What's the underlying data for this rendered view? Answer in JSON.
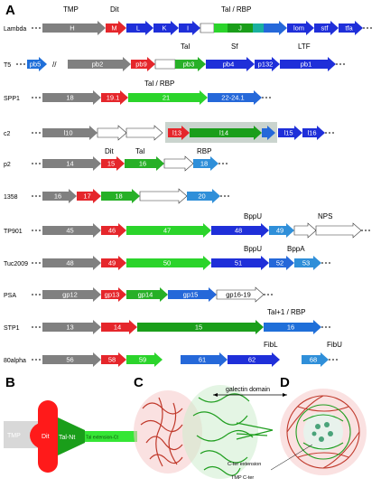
{
  "panels": {
    "A": {
      "letter": "A",
      "rows": [
        {
          "label": "Lambda",
          "genes": [
            {
              "start": 47,
              "end": 117,
              "color": "#808080",
              "text": "H",
              "arrow": true
            },
            {
              "start": 117,
              "end": 140,
              "color": "#e5262b",
              "text": "M",
              "arrow": true
            },
            {
              "start": 140,
              "end": 170,
              "color": "#1f2fd9",
              "text": "L",
              "arrow": true
            },
            {
              "start": 170,
              "end": 198,
              "color": "#1f2fd9",
              "text": "K",
              "arrow": true
            },
            {
              "start": 198,
              "end": 222,
              "color": "#1f2fd9",
              "text": "I",
              "arrow": true
            },
            {
              "start": 222,
              "end": 237,
              "color": "#ffffff",
              "text": "",
              "arrow": false,
              "stroke": true
            },
            {
              "start": 237,
              "end": 252,
              "color": "#2bd42b",
              "text": "",
              "arrow": false
            },
            {
              "start": 252,
              "end": 280,
              "color": "#1a9e1a",
              "text": "J",
              "arrow": false
            },
            {
              "start": 280,
              "end": 292,
              "color": "#1ab0a0",
              "text": "",
              "arrow": false
            },
            {
              "start": 292,
              "end": 318,
              "color": "#2568d9",
              "text": "",
              "arrow": true
            },
            {
              "start": 318,
              "end": 348,
              "color": "#1f2fd9",
              "text": "lom",
              "arrow": true
            },
            {
              "start": 348,
              "end": 375,
              "color": "#1f2fd9",
              "text": "stf",
              "arrow": true
            },
            {
              "start": 375,
              "end": 402,
              "color": "#1f2fd9",
              "text": "tfa",
              "arrow": true
            }
          ]
        },
        {
          "label": "T5",
          "genes": [
            {
              "start": 30,
              "end": 52,
              "color": "#1f6fd9",
              "text": "pb5",
              "arrow": true
            },
            {
              "start": 75,
              "end": 145,
              "color": "#808080",
              "text": "pb2",
              "arrow": true
            },
            {
              "start": 145,
              "end": 172,
              "color": "#e5262b",
              "text": "pb9",
              "arrow": true
            },
            {
              "start": 172,
              "end": 194,
              "color": "#ffffff",
              "text": "",
              "arrow": false,
              "stroke": true
            },
            {
              "start": 194,
              "end": 228,
              "color": "#27b027",
              "text": "pb3",
              "arrow": true
            },
            {
              "start": 228,
              "end": 282,
              "color": "#1f2fd9",
              "text": "pb4",
              "arrow": true
            },
            {
              "start": 282,
              "end": 310,
              "color": "#1f2fd9",
              "text": "p132",
              "arrow": true
            },
            {
              "start": 310,
              "end": 372,
              "color": "#1f2fd9",
              "text": "pb1",
              "arrow": true
            }
          ]
        },
        {
          "label": "SPP1",
          "genes": [
            {
              "start": 47,
              "end": 112,
              "color": "#808080",
              "text": "18",
              "arrow": true
            },
            {
              "start": 112,
              "end": 142,
              "color": "#e5262b",
              "text": "19.1",
              "arrow": true
            },
            {
              "start": 142,
              "end": 230,
              "color": "#2bd42b",
              "text": "21",
              "arrow": true
            },
            {
              "start": 230,
              "end": 290,
              "color": "#2568d9",
              "text": "22-24.1",
              "arrow": true
            }
          ]
        },
        {
          "label": "c2",
          "genes": [
            {
              "start": 47,
              "end": 108,
              "color": "#808080",
              "text": "l10",
              "arrow": true
            },
            {
              "start": 108,
              "end": 140,
              "color": "#ffffff",
              "text": "",
              "arrow": true,
              "stroke": true
            },
            {
              "start": 140,
              "end": 180,
              "color": "#ffffff",
              "text": "",
              "arrow": true,
              "stroke": true
            },
            {
              "start": 186,
              "end": 210,
              "color": "#e5262b",
              "text": "l13",
              "arrow": true
            },
            {
              "start": 210,
              "end": 290,
              "color": "#1a9e1a",
              "text": "l14",
              "arrow": true
            },
            {
              "start": 290,
              "end": 305,
              "color": "#2568d9",
              "text": "",
              "arrow": true
            },
            {
              "start": 308,
              "end": 335,
              "color": "#1f2fd9",
              "text": "l15",
              "arrow": true
            },
            {
              "start": 335,
              "end": 360,
              "color": "#1f2fd9",
              "text": "l16",
              "arrow": true
            }
          ]
        },
        {
          "label": "p2",
          "genes": [
            {
              "start": 47,
              "end": 112,
              "color": "#808080",
              "text": "14",
              "arrow": true
            },
            {
              "start": 112,
              "end": 138,
              "color": "#e5262b",
              "text": "15",
              "arrow": true
            },
            {
              "start": 138,
              "end": 182,
              "color": "#27b027",
              "text": "16",
              "arrow": true
            },
            {
              "start": 182,
              "end": 214,
              "color": "#ffffff",
              "text": "",
              "arrow": true,
              "stroke": true
            },
            {
              "start": 214,
              "end": 242,
              "color": "#2f8fd9",
              "text": "18",
              "arrow": true
            }
          ]
        },
        {
          "label": "1358",
          "genes": [
            {
              "start": 47,
              "end": 85,
              "color": "#808080",
              "text": "16",
              "arrow": true
            },
            {
              "start": 85,
              "end": 112,
              "color": "#e5262b",
              "text": "17",
              "arrow": true
            },
            {
              "start": 112,
              "end": 155,
              "color": "#27b027",
              "text": "18",
              "arrow": true
            },
            {
              "start": 155,
              "end": 207,
              "color": "#ffffff",
              "text": "",
              "arrow": true,
              "stroke": true
            },
            {
              "start": 207,
              "end": 244,
              "color": "#2f8fd9",
              "text": "20",
              "arrow": true
            }
          ]
        },
        {
          "label": "TP901",
          "genes": [
            {
              "start": 47,
              "end": 112,
              "color": "#808080",
              "text": "45",
              "arrow": true
            },
            {
              "start": 112,
              "end": 140,
              "color": "#e5262b",
              "text": "46",
              "arrow": true
            },
            {
              "start": 140,
              "end": 234,
              "color": "#2bd42b",
              "text": "47",
              "arrow": true
            },
            {
              "start": 234,
              "end": 298,
              "color": "#1f2fd9",
              "text": "48",
              "arrow": true
            },
            {
              "start": 298,
              "end": 326,
              "color": "#2f8fd9",
              "text": "49",
              "arrow": true
            },
            {
              "start": 326,
              "end": 350,
              "color": "#ffffff",
              "text": "",
              "arrow": true,
              "stroke": true
            },
            {
              "start": 350,
              "end": 400,
              "color": "#ffffff",
              "text": "",
              "arrow": true,
              "stroke": true
            }
          ]
        },
        {
          "label": "Tuc2009",
          "genes": [
            {
              "start": 47,
              "end": 112,
              "color": "#808080",
              "text": "48",
              "arrow": true
            },
            {
              "start": 112,
              "end": 140,
              "color": "#e5262b",
              "text": "49",
              "arrow": true
            },
            {
              "start": 140,
              "end": 234,
              "color": "#2bd42b",
              "text": "50",
              "arrow": true
            },
            {
              "start": 234,
              "end": 298,
              "color": "#1f2fd9",
              "text": "51",
              "arrow": true
            },
            {
              "start": 298,
              "end": 326,
              "color": "#2568d9",
              "text": "52",
              "arrow": true
            },
            {
              "start": 326,
              "end": 356,
              "color": "#2f8fd9",
              "text": "53",
              "arrow": true
            }
          ]
        },
        {
          "label": "PSA",
          "genes": [
            {
              "start": 47,
              "end": 112,
              "color": "#808080",
              "text": "gp12",
              "arrow": true
            },
            {
              "start": 112,
              "end": 140,
              "color": "#e5262b",
              "text": "gp13",
              "arrow": true
            },
            {
              "start": 140,
              "end": 186,
              "color": "#27b027",
              "text": "gp14",
              "arrow": true
            },
            {
              "start": 186,
              "end": 240,
              "color": "#2568d9",
              "text": "gp15",
              "arrow": true
            },
            {
              "start": 240,
              "end": 292,
              "color": "#ffffff",
              "text": "gp16-19",
              "arrow": true,
              "stroke": true
            }
          ]
        },
        {
          "label": "STP1",
          "genes": [
            {
              "start": 47,
              "end": 112,
              "color": "#808080",
              "text": "13",
              "arrow": true
            },
            {
              "start": 112,
              "end": 152,
              "color": "#e5262b",
              "text": "14",
              "arrow": true
            },
            {
              "start": 152,
              "end": 292,
              "color": "#1a9e1a",
              "text": "15",
              "arrow": true
            },
            {
              "start": 292,
              "end": 356,
              "color": "#1f6fd9",
              "text": "16",
              "arrow": true
            }
          ]
        },
        {
          "label": "80alpha",
          "genes": [
            {
              "start": 47,
              "end": 112,
              "color": "#808080",
              "text": "56",
              "arrow": true
            },
            {
              "start": 112,
              "end": 140,
              "color": "#e5262b",
              "text": "58",
              "arrow": true
            },
            {
              "start": 140,
              "end": 180,
              "color": "#2bd42b",
              "text": "59",
              "arrow": true
            },
            {
              "start": 200,
              "end": 252,
              "color": "#2568d9",
              "text": "61",
              "arrow": true
            },
            {
              "start": 252,
              "end": 310,
              "color": "#1f2fd9",
              "text": "62",
              "arrow": true
            },
            {
              "start": 334,
              "end": 364,
              "color": "#2f8fd9",
              "text": "68",
              "arrow": true
            }
          ]
        }
      ],
      "annotations": {
        "tmp": "TMP",
        "dit": "Dit",
        "tal_rbp_lambda": "Tal / RBP",
        "tal_t5": "Tal",
        "sf": "Sf",
        "ltf": "LTF",
        "tal_rbp_spp1": "Tal / RBP",
        "dit_p2": "Dit",
        "tal_p2": "Tal",
        "rbp_p2": "RBP",
        "bppu_tp901": "BppU",
        "nps": "NPS",
        "bppu_tuc": "BppU",
        "bppa": "BppA",
        "tal_rbp_stp1": "Tal+1 / RBP",
        "fibl": "FibL",
        "fibu": "FibU"
      },
      "t5_break": "//"
    },
    "B": {
      "letter": "B",
      "tmp": "TMP",
      "dit": "Dit",
      "tal_nt": "Tal-Nt",
      "tal_ext": "Tal extension-Ct"
    },
    "C": {
      "letter": "C",
      "galectin": "galectin domain",
      "cter_ext": "C-ter\nextension",
      "tmp_cter": "TMP\nC-ter"
    },
    "D": {
      "letter": "D"
    }
  }
}
